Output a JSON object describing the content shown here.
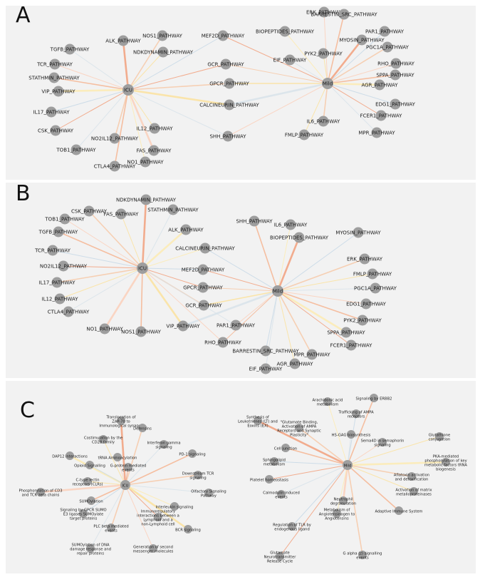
{
  "panels": [
    {
      "label": "A",
      "hubs": [
        {
          "id": "ICU",
          "label": "ICU"
        },
        {
          "id": "Mild",
          "label": "Mild"
        }
      ],
      "nodes": [
        {
          "label": "ALK_PATHWAY",
          "edges": [
            "ICU"
          ]
        },
        {
          "label": "NOS1_PATHWAY",
          "edges": [
            "ICU"
          ]
        },
        {
          "label": "NDKDYNAMIN_PATHWAY",
          "edges": [
            "ICU"
          ]
        },
        {
          "label": "TGFB_PATHWAY",
          "edges": [
            "ICU"
          ]
        },
        {
          "label": "TCR_PATHWAY",
          "edges": [
            "ICU"
          ]
        },
        {
          "label": "STATHMIN_PATHWAY",
          "edges": [
            "ICU"
          ]
        },
        {
          "label": "VIP_PATHWAY",
          "edges": [
            "ICU"
          ]
        },
        {
          "label": "IL17_PATHWAY",
          "edges": [
            "ICU"
          ]
        },
        {
          "label": "CSK_PATHWAY",
          "edges": [
            "ICU"
          ]
        },
        {
          "label": "NO2IL12_PATHWAY",
          "edges": [
            "ICU"
          ]
        },
        {
          "label": "IL12_PATHWAY",
          "edges": [
            "ICU"
          ]
        },
        {
          "label": "TOB1_PATHWAY",
          "edges": [
            "ICU"
          ]
        },
        {
          "label": "FAS_PATHWAY",
          "edges": [
            "ICU"
          ]
        },
        {
          "label": "CTLA4_PATHWAY",
          "edges": [
            "ICU"
          ]
        },
        {
          "label": "NO1_PATHWAY",
          "edges": [
            "ICU"
          ]
        },
        {
          "label": "MEF2D_PATHWAY",
          "edges": [
            "ICU",
            "Mild"
          ]
        },
        {
          "label": "GCR_PATHWAY",
          "edges": [
            "ICU",
            "Mild"
          ]
        },
        {
          "label": "GPCR_PATHWAY",
          "edges": [
            "ICU",
            "Mild"
          ]
        },
        {
          "label": "CALCINEURIN_PATHWAY",
          "edges": [
            "ICU",
            "Mild"
          ]
        },
        {
          "label": "SHH_PATHWAY",
          "edges": [
            "ICU",
            "Mild"
          ]
        },
        {
          "label": "ERK_PATHWAY",
          "edges": [
            "Mild"
          ]
        },
        {
          "label": "BARRESTIN_SRC_PATHWAY",
          "edges": [
            "Mild"
          ]
        },
        {
          "label": "BIOPEPTIDES_PATHWAY",
          "edges": [
            "Mild"
          ]
        },
        {
          "label": "PAR1_PATHWAY",
          "edges": [
            "Mild"
          ]
        },
        {
          "label": "MYOSIN_PATHWAY",
          "edges": [
            "Mild"
          ]
        },
        {
          "label": "PGC1A_PATHWAY",
          "edges": [
            "Mild"
          ]
        },
        {
          "label": "PYK2_PATHWAY",
          "edges": [
            "Mild"
          ]
        },
        {
          "label": "EIF_PATHWAY",
          "edges": [
            "Mild"
          ]
        },
        {
          "label": "RHO_PATHWAY",
          "edges": [
            "Mild"
          ]
        },
        {
          "label": "SPPA_PATHWAY",
          "edges": [
            "Mild"
          ]
        },
        {
          "label": "AGR_PATHWAY",
          "edges": [
            "Mild"
          ]
        },
        {
          "label": "EDG1_PATHWAY",
          "edges": [
            "Mild"
          ]
        },
        {
          "label": "FCER1_PATHWAY",
          "edges": [
            "Mild"
          ]
        },
        {
          "label": "IL6_PATHWAY",
          "edges": [
            "Mild"
          ]
        },
        {
          "label": "FMLP_PATHWAY",
          "edges": [
            "Mild"
          ]
        },
        {
          "label": "MPR_PATHWAY",
          "edges": [
            "Mild"
          ]
        }
      ]
    },
    {
      "label": "B",
      "hubs": [
        {
          "id": "ICU",
          "label": "ICU"
        },
        {
          "id": "Mild",
          "label": "Mild"
        }
      ],
      "nodes": [
        {
          "label": "NDKDYNAMIN_PATHWAY",
          "edges": [
            "ICU"
          ]
        },
        {
          "label": "CSK_PATHWAY",
          "edges": [
            "ICU"
          ]
        },
        {
          "label": "FAS_PATHWAY",
          "edges": [
            "ICU"
          ]
        },
        {
          "label": "STATHMIN_PATHWAY",
          "edges": [
            "ICU"
          ]
        },
        {
          "label": "TOB1_PATHWAY",
          "edges": [
            "ICU"
          ]
        },
        {
          "label": "TGFB_PATHWAY",
          "edges": [
            "ICU"
          ]
        },
        {
          "label": "ALK_PATHWAY",
          "edges": [
            "ICU"
          ]
        },
        {
          "label": "TCR_PATHWAY",
          "edges": [
            "ICU"
          ]
        },
        {
          "label": "NO2IL12_PATHWAY",
          "edges": [
            "ICU"
          ]
        },
        {
          "label": "IL17_PATHWAY",
          "edges": [
            "ICU"
          ]
        },
        {
          "label": "IL12_PATHWAY",
          "edges": [
            "ICU"
          ]
        },
        {
          "label": "CTLA4_PATHWAY",
          "edges": [
            "ICU"
          ]
        },
        {
          "label": "NO1_PATHWAY",
          "edges": [
            "ICU"
          ]
        },
        {
          "label": "NOS1_PATHWAY",
          "edges": [
            "ICU"
          ]
        },
        {
          "label": "CALCINEURIN_PATHWAY",
          "edges": [
            "ICU",
            "Mild"
          ]
        },
        {
          "label": "MEF2D_PATHWAY",
          "edges": [
            "ICU",
            "Mild"
          ]
        },
        {
          "label": "GPCR_PATHWAY",
          "edges": [
            "ICU",
            "Mild"
          ]
        },
        {
          "label": "GCR_PATHWAY",
          "edges": [
            "ICU",
            "Mild"
          ]
        },
        {
          "label": "VIP_PATHWAY",
          "edges": [
            "ICU",
            "Mild"
          ]
        },
        {
          "label": "PAR1_PATHWAY",
          "edges": [
            "ICU",
            "Mild"
          ]
        },
        {
          "label": "RHO_PATHWAY",
          "edges": [
            "ICU",
            "Mild"
          ]
        },
        {
          "label": "SHH_PATHWAY",
          "edges": [
            "Mild"
          ]
        },
        {
          "label": "IL6_PATHWAY",
          "edges": [
            "Mild"
          ]
        },
        {
          "label": "MYOSIN_PATHWAY",
          "edges": [
            "Mild"
          ]
        },
        {
          "label": "BIOPEPTIDES_PATHWAY",
          "edges": [
            "Mild"
          ]
        },
        {
          "label": "ERK_PATHWAY",
          "edges": [
            "Mild"
          ]
        },
        {
          "label": "FMLP_PATHWAY",
          "edges": [
            "Mild"
          ]
        },
        {
          "label": "PGC1A_PATHWAY",
          "edges": [
            "Mild"
          ]
        },
        {
          "label": "EDG1_PATHWAY",
          "edges": [
            "Mild"
          ]
        },
        {
          "label": "PYK2_PATHWAY",
          "edges": [
            "Mild"
          ]
        },
        {
          "label": "SPPA_PATHWAY",
          "edges": [
            "Mild"
          ]
        },
        {
          "label": "BARRESTIN_SRC_PATHWAY",
          "edges": [
            "Mild"
          ]
        },
        {
          "label": "FCER1_PATHWAY",
          "edges": [
            "Mild"
          ]
        },
        {
          "label": "MPR_PATHWAY",
          "edges": [
            "Mild"
          ]
        },
        {
          "label": "AGR_PATHWAY",
          "edges": [
            "Mild"
          ]
        },
        {
          "label": "EIF_PATHWAY",
          "edges": [
            "Mild"
          ]
        }
      ]
    },
    {
      "label": "C",
      "hubs": [
        {
          "id": "ICU",
          "label": "ICU"
        },
        {
          "id": "Mild",
          "label": "Mild"
        }
      ],
      "nodes": [
        {
          "label": "Translocation of ZAP-70 to Immunological synapse",
          "edges": [
            "ICU"
          ]
        },
        {
          "label": "Defensins",
          "edges": [
            "ICU"
          ]
        },
        {
          "label": "Costimulation by the CD28 family",
          "edges": [
            "ICU"
          ]
        },
        {
          "label": "Interferon gamma signaling",
          "edges": [
            "ICU"
          ]
        },
        {
          "label": "tRNA Aminoacylation",
          "edges": [
            "ICU"
          ]
        },
        {
          "label": "PD-1 signaling",
          "edges": [
            "ICU"
          ]
        },
        {
          "label": "DAP12 interactions",
          "edges": [
            "ICU"
          ]
        },
        {
          "label": "Opioid Signalling",
          "edges": [
            "ICU"
          ]
        },
        {
          "label": "G-protein mediated events",
          "edges": [
            "ICU"
          ]
        },
        {
          "label": "Downstream TCR signaling",
          "edges": [
            "ICU"
          ]
        },
        {
          "label": "C-type lectin receptors (CLRs)",
          "edges": [
            "ICU"
          ]
        },
        {
          "label": "Olfactory Signaling Pathway",
          "edges": [
            "ICU"
          ]
        },
        {
          "label": "Phosphorylation of CD3 and TCR zeta chains",
          "edges": [
            "ICU"
          ]
        },
        {
          "label": "SUMOylation",
          "edges": [
            "ICU"
          ]
        },
        {
          "label": "Interleukin signaling",
          "edges": [
            "ICU"
          ]
        },
        {
          "label": "Signaling by GPCR SUMO E3 ligases SUMOylate target proteins",
          "edges": [
            "ICU"
          ]
        },
        {
          "label": "Immunoregulatory interactions between a Lymphoid and a non-Lymphoid cell",
          "edges": [
            "ICU"
          ]
        },
        {
          "label": "PLC beta mediated events",
          "edges": [
            "ICU"
          ]
        },
        {
          "label": "BCR signaling",
          "edges": [
            "ICU"
          ]
        },
        {
          "label": "SUMOylation of DNA damage response and repair proteins",
          "edges": [
            "ICU"
          ]
        },
        {
          "label": "Generation of second messenger molecules",
          "edges": [
            "ICU"
          ]
        },
        {
          "label": "Signaling by ERBB2",
          "edges": [
            "Mild"
          ]
        },
        {
          "label": "Arachidonic acid metabolism",
          "edges": [
            "Mild"
          ]
        },
        {
          "label": "Trafficking of AMPA receptors",
          "edges": [
            "Mild"
          ]
        },
        {
          "label": "Synthesis of Leukotrienes (LT) and Eoxins (EX)",
          "edges": [
            "Mild"
          ]
        },
        {
          "label": "\"Glutamate Binding, Activation of AMPA Receptors and Synaptic Plasticity\"",
          "edges": [
            "Mild"
          ]
        },
        {
          "label": "Glutathione conjugation",
          "edges": [
            "Mild"
          ]
        },
        {
          "label": "HS-GAG biosynthesis",
          "edges": [
            "Mild"
          ]
        },
        {
          "label": "Sema4D in semaphorin signaling",
          "edges": [
            "Mild"
          ]
        },
        {
          "label": "Cell junction",
          "edges": [
            "Mild"
          ]
        },
        {
          "label": "PKA-mediated phosphorylation of key metabolic factors tRNA biogenesis",
          "edges": [
            "Mild"
          ]
        },
        {
          "label": "Sphingolipid metabolism",
          "edges": [
            "Mild"
          ]
        },
        {
          "label": "Platelet homeostasis",
          "edges": [
            "Mild"
          ]
        },
        {
          "label": "Aflatoxin activation and detoxification",
          "edges": [
            "Mild"
          ]
        },
        {
          "label": "Activation of matrix metalloproteinases",
          "edges": [
            "Mild"
          ]
        },
        {
          "label": "Calmodulin induced events",
          "edges": [
            "Mild"
          ]
        },
        {
          "label": "Neutrophil degranulation",
          "edges": [
            "Mild"
          ]
        },
        {
          "label": "Adaptive Immune System",
          "edges": [
            "Mild"
          ]
        },
        {
          "label": "Metabolism of Angiotensinogen to Angiotensins",
          "edges": [
            "Mild"
          ]
        },
        {
          "label": "Regulation of TLR by endogenous ligand",
          "edges": [
            "Mild"
          ]
        },
        {
          "label": "Glutamate Neurotransmitter Release Cycle",
          "edges": [
            "Mild"
          ]
        },
        {
          "label": "G alpha (z) signalling events",
          "edges": [
            "Mild"
          ]
        }
      ]
    }
  ]
}
